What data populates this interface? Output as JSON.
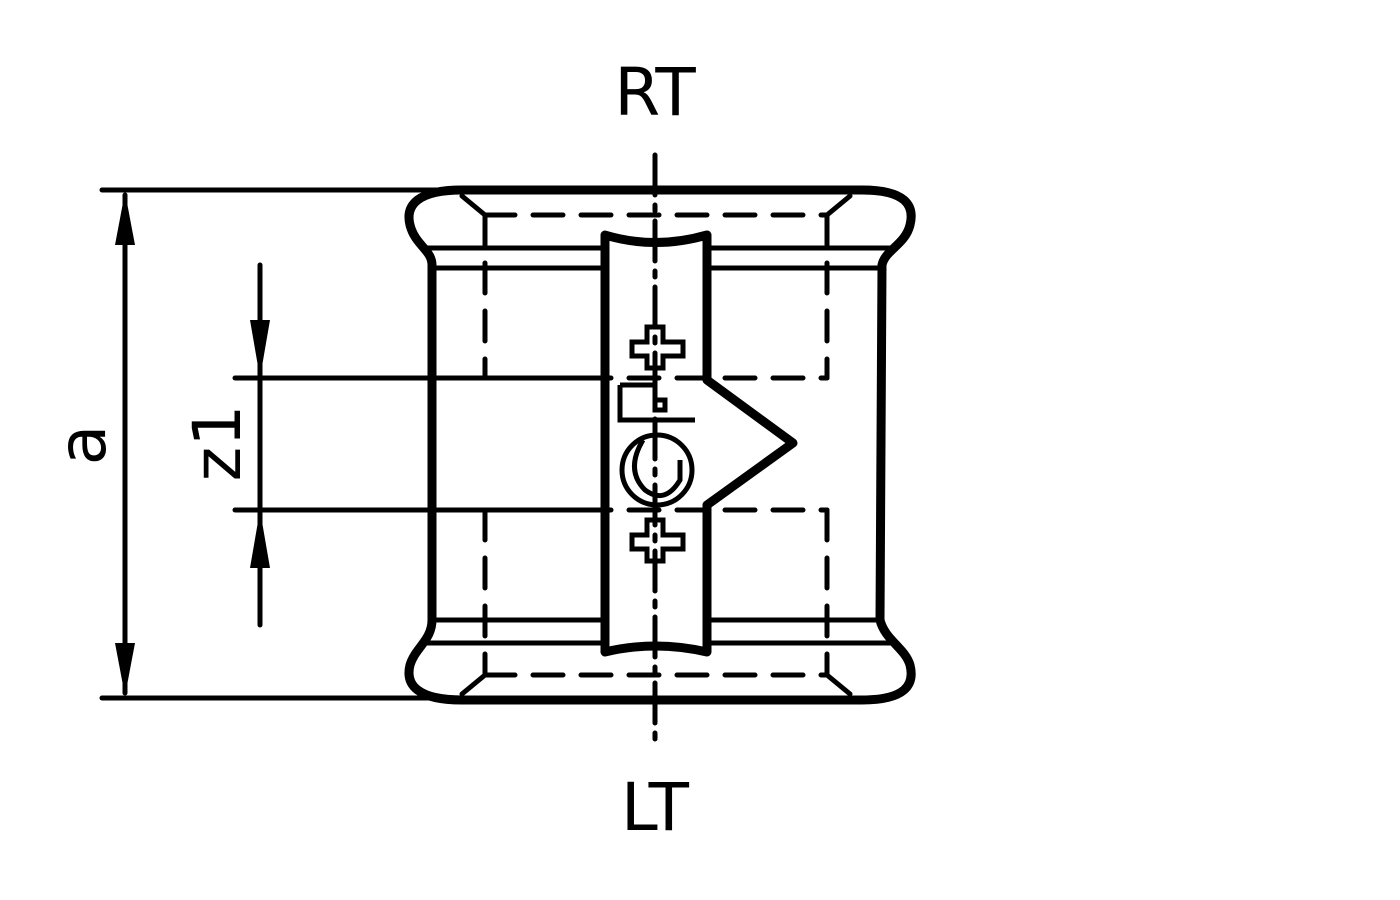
{
  "diagram": {
    "type": "technical-drawing",
    "subject": "pipe coupling (socket) with GF logo",
    "labels": {
      "top": "RT",
      "bottom": "LT",
      "overall_dimension": "a",
      "inner_dimension": "z1"
    },
    "colors": {
      "line": "#000000",
      "background": "#ffffff"
    }
  }
}
